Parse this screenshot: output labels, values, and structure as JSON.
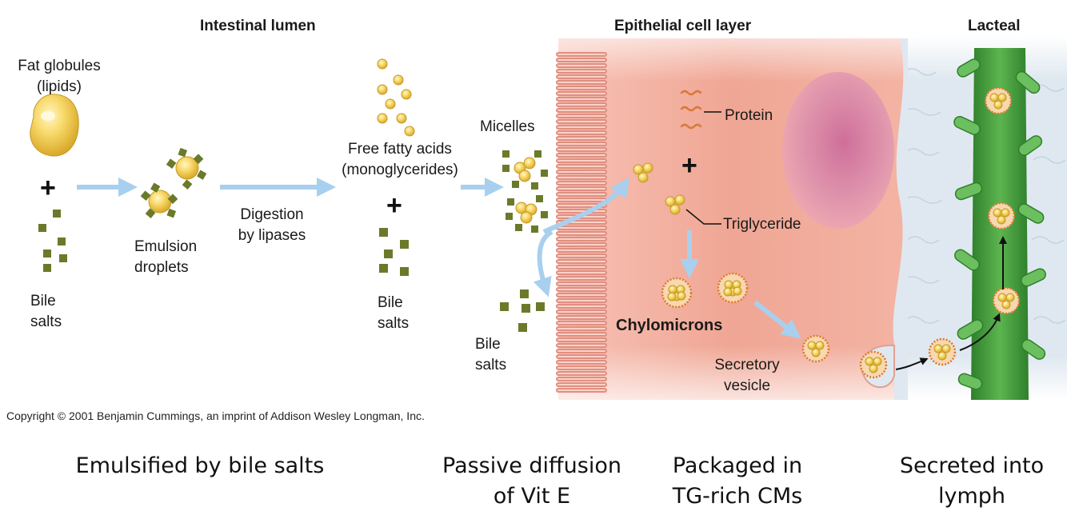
{
  "headers": {
    "intestinal_lumen": "Intestinal lumen",
    "epithelial_layer": "Epithelial cell layer",
    "lacteal": "Lacteal"
  },
  "labels": {
    "fat_globules": [
      "Fat globules",
      "(lipids)"
    ],
    "emulsion_droplets": [
      "Emulsion",
      "droplets"
    ],
    "digestion": [
      "Digestion",
      "by lipases"
    ],
    "free_fatty_acids": [
      "Free fatty acids",
      "(monoglycerides)"
    ],
    "micelles": "Micelles",
    "bile_salts_1": [
      "Bile",
      "salts"
    ],
    "bile_salts_2": [
      "Bile",
      "salts"
    ],
    "bile_salts_3": [
      "Bile",
      "salts"
    ],
    "protein": "Protein",
    "triglyceride": "Triglyceride",
    "chylomicrons": "Chylomicrons",
    "secretory_vesicle": [
      "Secretory",
      "vesicle"
    ],
    "plus": "+"
  },
  "copyright": "Copyright © 2001 Benjamin Cummings, an imprint of Addison Wesley Longman, Inc.",
  "captions": {
    "emulsified": "Emulsified by bile salts",
    "passive_diffusion": [
      "Passive diffusion",
      "of Vit E"
    ],
    "packaged": [
      "Packaged in",
      "TG-rich CMs"
    ],
    "secreted": [
      "Secreted into",
      "lymph"
    ]
  },
  "colors": {
    "cell_pink": "#f2a898",
    "nucleus": "#d98aa8",
    "lacteal_green": "#3f9a3a",
    "lymph_bg": "#dde6ef",
    "arrow_blue": "#a8d0ee",
    "bile_salt": "#6b7a2a",
    "lipid_yellow": "#f5d36a"
  }
}
